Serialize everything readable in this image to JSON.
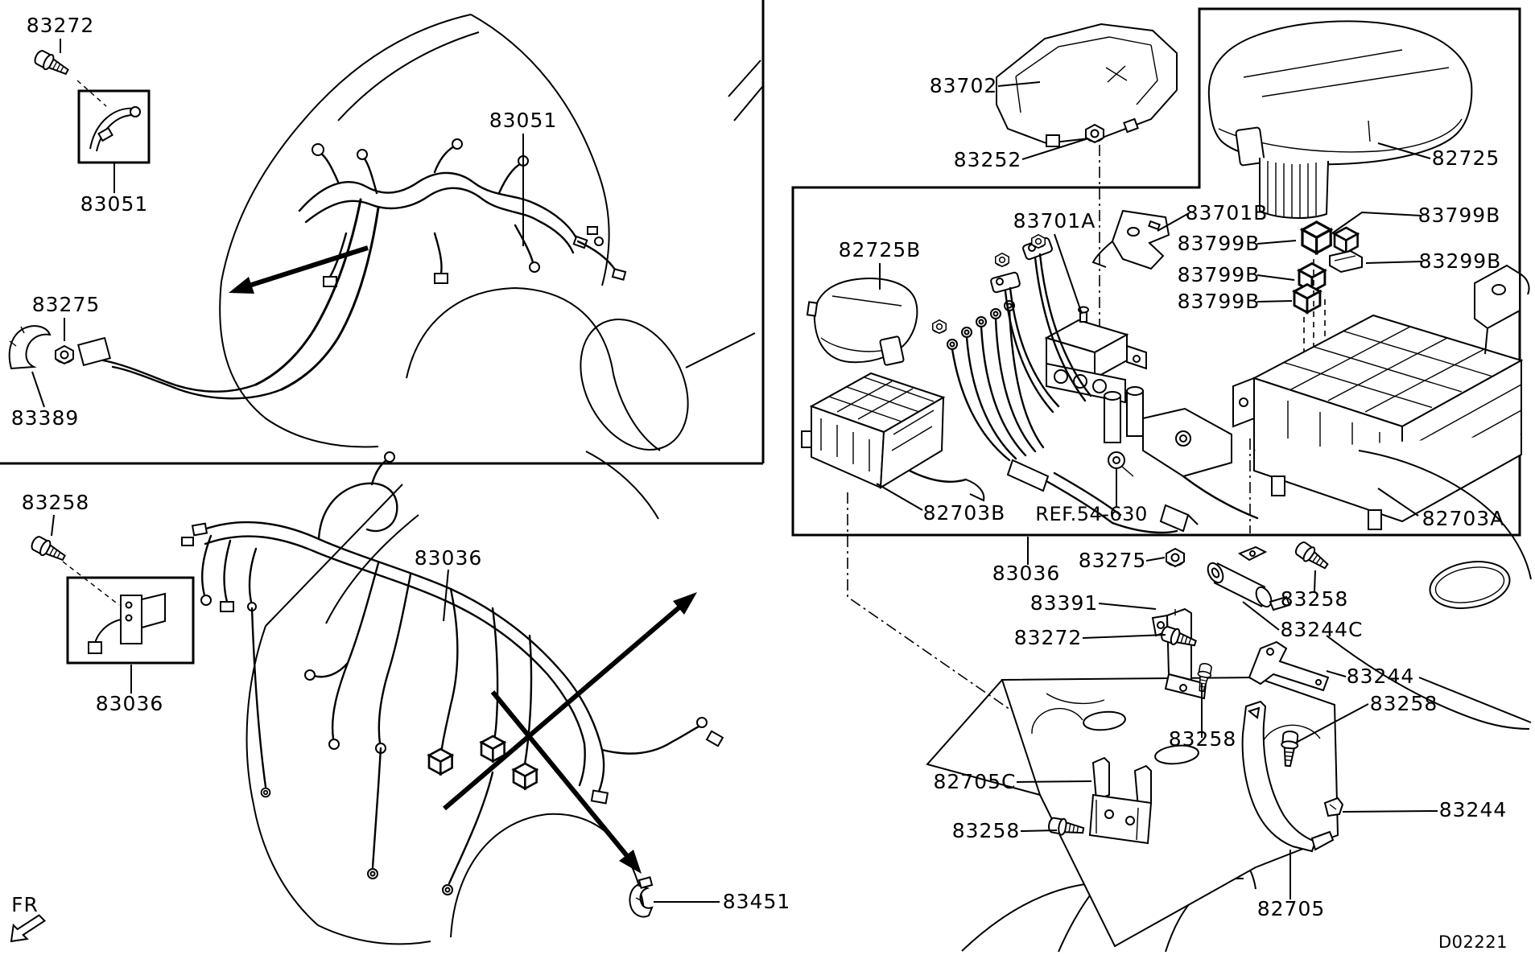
{
  "document": {
    "kind": "vehicle wiring-harness exploded parts diagram",
    "drawing_number": "D02221",
    "direction_indicator": "FR",
    "reference_note": "REF.54-630"
  },
  "labels": [
    {
      "text": "83272"
    },
    {
      "text": "83051"
    },
    {
      "text": "83275"
    },
    {
      "text": "83389"
    },
    {
      "text": "83051"
    },
    {
      "text": "83258"
    },
    {
      "text": "83036"
    },
    {
      "text": "83036"
    },
    {
      "text": "83451"
    },
    {
      "text": "FR"
    },
    {
      "text": "83702"
    },
    {
      "text": "83252"
    },
    {
      "text": "82725"
    },
    {
      "text": "82725B"
    },
    {
      "text": "83701A"
    },
    {
      "text": "83701B"
    },
    {
      "text": "83799B"
    },
    {
      "text": "83799B"
    },
    {
      "text": "83299B"
    },
    {
      "text": "83799B"
    },
    {
      "text": "83799B"
    },
    {
      "text": "82703B"
    },
    {
      "text": "REF.54-630"
    },
    {
      "text": "82703A"
    },
    {
      "text": "83036"
    },
    {
      "text": "83275"
    },
    {
      "text": "83258"
    },
    {
      "text": "83391"
    },
    {
      "text": "83244C"
    },
    {
      "text": "83272"
    },
    {
      "text": "83244"
    },
    {
      "text": "83258"
    },
    {
      "text": "83258"
    },
    {
      "text": "82705C"
    },
    {
      "text": "83258"
    },
    {
      "text": "83244"
    },
    {
      "text": "82705"
    },
    {
      "text": "D02221"
    }
  ]
}
